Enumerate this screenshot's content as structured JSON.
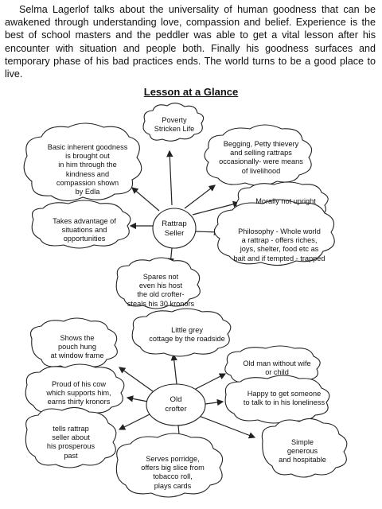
{
  "intro_paragraph": "Selma Lagerlof talks about the universality of human goodness that can be awakened through understanding love, compassion and belief. Experience is the best of school masters and the peddler was able to get a vital lesson after his encounter with situation and people both. Finally his goodness surfaces and temporary phase of his bad practices ends. The world turns to be a good place to live.",
  "heading": "Lesson at a Glance",
  "diagram1": {
    "center": "Rattrap\nSeller",
    "nodes": [
      "Poverty\nStricken Life",
      "Basic inherent goodness\nis brought out\nin him through the\nkindness and\ncompassion shown\nby Edla",
      "Begging, Petty thievery\nand selling rattraps\noccasionally- were means\nof livelihood",
      "Morally not upright",
      "Takes advantage of\nsituations and\nopportunities",
      "Philosophy - Whole world\na rattrap - offers riches,\njoys, shelter, food etc as\nbait and if tempted - trapped",
      "Spares not\neven his host\nthe old crofter-\nsteals his 30 kronors"
    ]
  },
  "diagram2": {
    "center": "Old\ncrofter",
    "nodes": [
      "Shows the\npouch hung\nat window frame",
      "Little grey\ncottage by the roadside",
      "Old man without wife\nor child",
      "Proud of his cow\nwhich supports him,\nearns thirty kronors",
      "Happy to get someone\nto talk to in his loneliness",
      "tells rattrap\nseller about\nhis prosperous\npast",
      "Simple\ngenerous\nand hospitable",
      "Serves porridge,\noffers big slice from\ntobacco roll,\nplays cards"
    ]
  }
}
